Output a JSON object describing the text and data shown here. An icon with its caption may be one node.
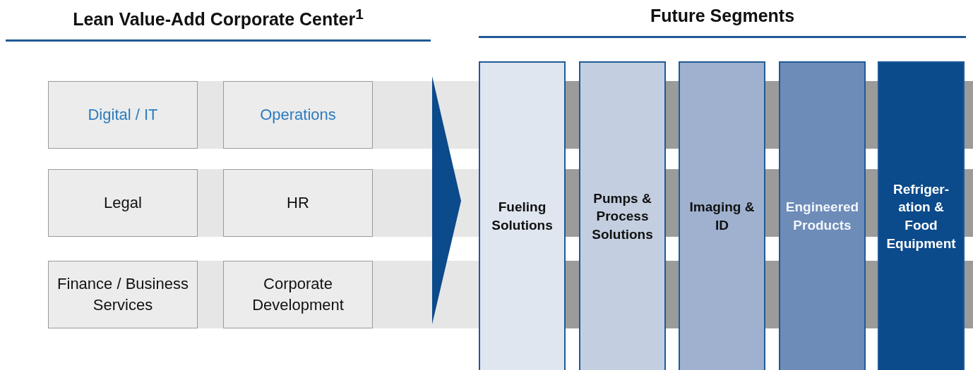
{
  "diagram": {
    "nodes": [
      {
        "text": [
          "Lean Value-Add Corporate Center$^{1}$"
        ]
      },
      {
        "text": [
          "Digital / IT"
        ],
        "in": 0
      },
      {
        "text": [
          "Operations"
        ],
        "in": 0
      },
      {
        "text": [
          "Legal"
        ],
        "in": 0
      },
      {
        "text": [
          "HR"
        ],
        "in": 0
      },
      {
        "text": [
          "Finance / Business Services"
        ],
        "in": 0
      },
      {
        "text": [
          "Corporate Development"
        ],
        "in": 0
      },
      {
        "text": [
          "Future Segments"
        ]
      },
      {
        "text": [
          "Fueling Solutions"
        ],
        "in": 7
      },
      {
        "text": [
          "Pumps & Process Solutions"
        ],
        "in": 7
      },
      {
        "text": [
          "Imaging & ID"
        ],
        "in": 7
      },
      {
        "text": [
          "Engineered Products"
        ],
        "in": 7
      },
      {
        "text": [
          "Refriger-ation & Food Equipment"
        ],
        "in": 7
      }
    ],
    "edges": [
      {
        "from": 0,
        "to": 7,
        "arrow": "to"
      }
    ]
  }
}
